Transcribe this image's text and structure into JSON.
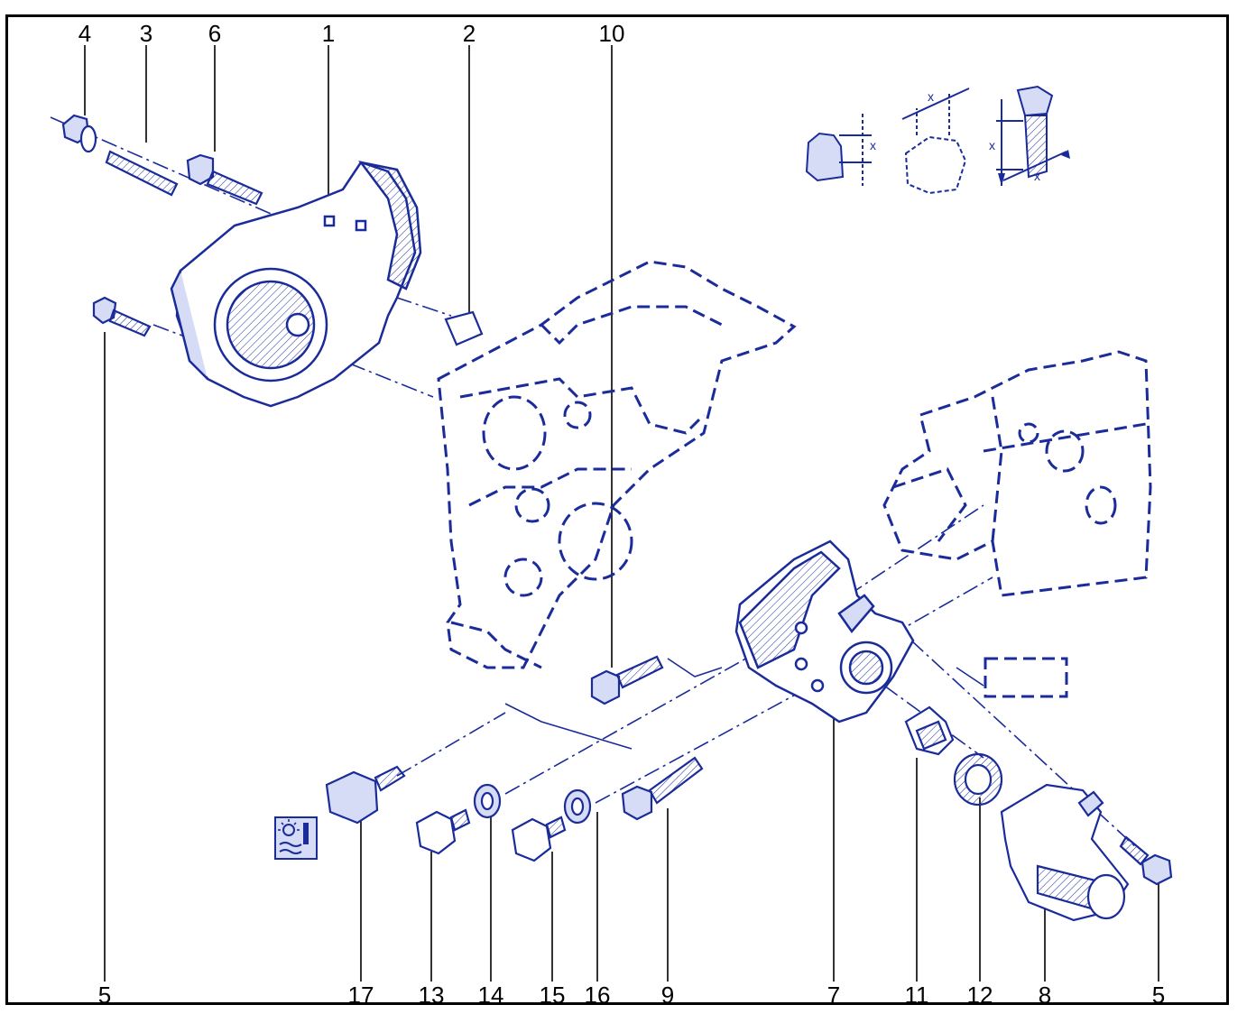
{
  "diagram": {
    "callouts": {
      "top": [
        "4",
        "3",
        "6",
        "1",
        "2",
        "10"
      ],
      "bottom": [
        "5",
        "17",
        "13",
        "14",
        "15",
        "16",
        "9",
        "7",
        "11",
        "12",
        "8",
        "5"
      ]
    },
    "inset_symbol_label": "x"
  },
  "colors": {
    "line": "#1a2b9a",
    "fill": "#d6dcf5",
    "frame": "#000000",
    "leader": "#000000"
  },
  "icons": [
    "coolant-temperature-icon"
  ]
}
